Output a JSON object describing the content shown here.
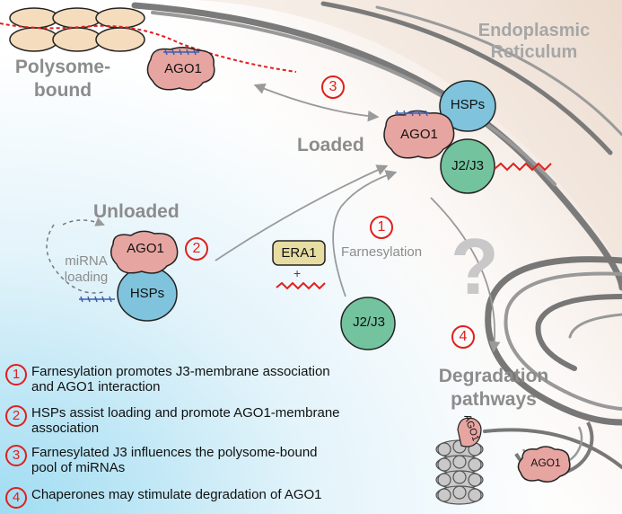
{
  "labels": {
    "polysome": "Polysome-\nbound",
    "er": "Endoplasmic\nReticulum",
    "loaded": "Loaded",
    "unloaded": "Unloaded",
    "mirna_loading": "miRNA\nloading",
    "degradation": "Degradation\npathways",
    "farnesylation": "Farnesylation",
    "plus": "+",
    "question": "?"
  },
  "proteins": {
    "ago1": "AGO1",
    "hsps": "HSPs",
    "j2j3": "J2/J3",
    "era1": "ERA1"
  },
  "steps": [
    "1",
    "2",
    "3",
    "4"
  ],
  "legend": [
    {
      "num": "1",
      "text": "Farnesylation promotes J3-membrane association\nand AGO1 interaction"
    },
    {
      "num": "2",
      "text": "HSPs assist loading and promote AGO1-membrane\nassociation"
    },
    {
      "num": "3",
      "text": "Farnesylated J3 influences the polysome-bound\npool of miRNAs"
    },
    {
      "num": "4",
      "text": "Chaperones may stimulate degradation of AGO1"
    }
  ],
  "colors": {
    "ago1": "#e7a5a1",
    "hsps": "#7fc3dc",
    "j2j3": "#73c39e",
    "era1": "#e7dca1",
    "accent_red": "#e0201d",
    "er_membrane": "#7a7a7a"
  }
}
